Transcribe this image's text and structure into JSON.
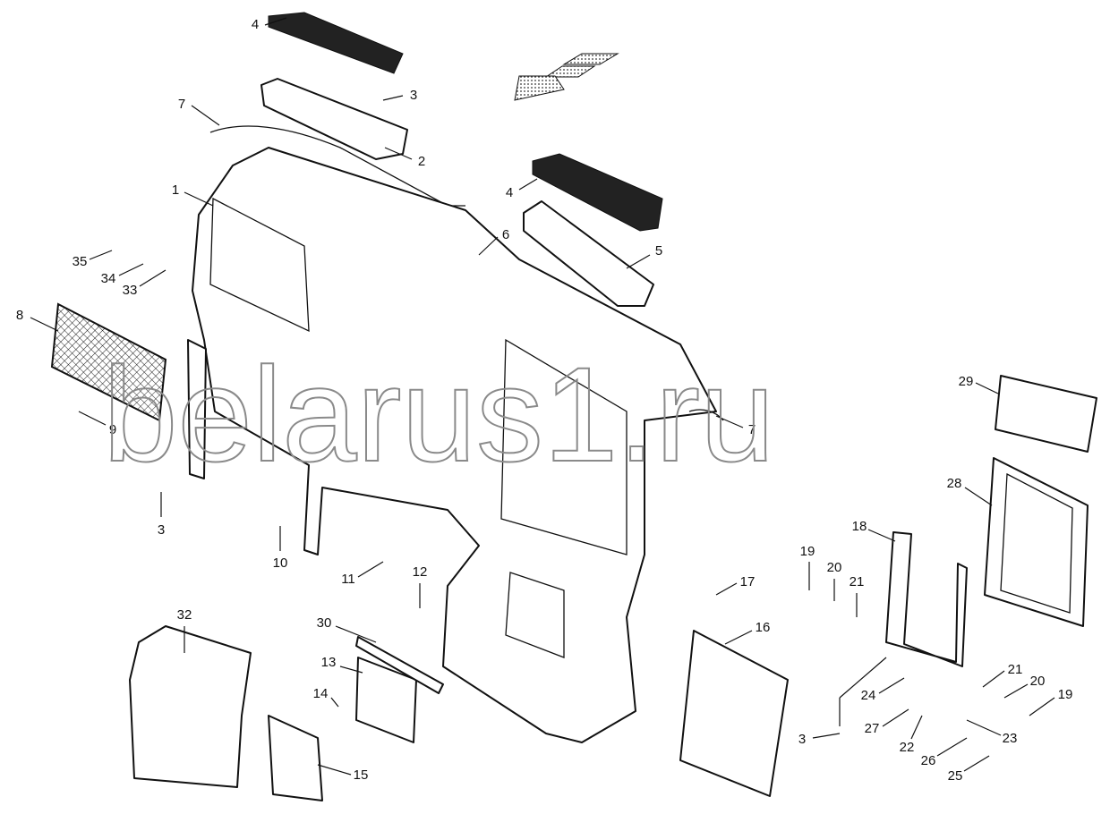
{
  "watermark": "belarus1.ru",
  "callouts": [
    "4",
    "3",
    "7",
    "2",
    "1",
    "4",
    "6",
    "5",
    "35",
    "34",
    "33",
    "8",
    "9",
    "7",
    "29",
    "28",
    "3",
    "10",
    "18",
    "19",
    "20",
    "21",
    "17",
    "11",
    "12",
    "32",
    "16",
    "30",
    "13",
    "14",
    "21",
    "20",
    "19",
    "24",
    "27",
    "23",
    "3",
    "22",
    "26",
    "25",
    "15"
  ]
}
